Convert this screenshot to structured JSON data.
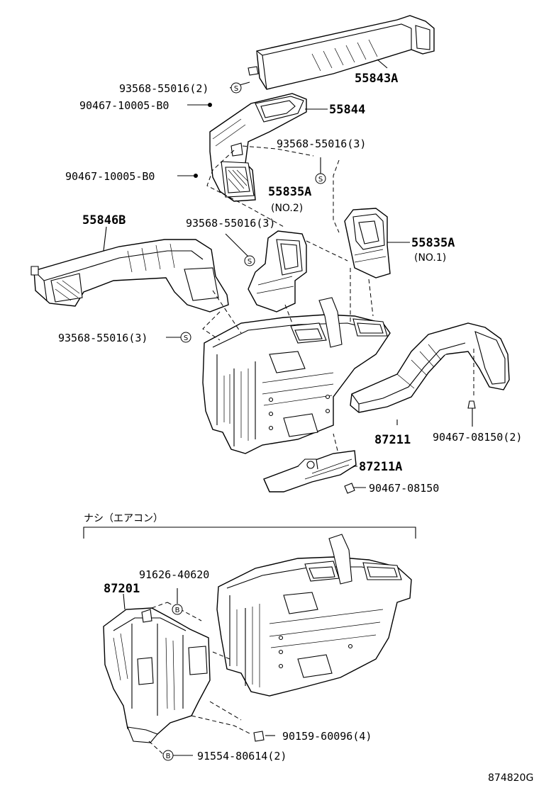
{
  "parts": {
    "p55843A": "55843A",
    "p55844": "55844",
    "p93568_2a": "93568-55016(2)",
    "p90467_b0a": "90467-10005-B0",
    "p93568_3a": "93568-55016(3)",
    "p90467_b0b": "90467-10005-B0",
    "p55835A_no2": "55835A",
    "no2": "(NO.2)",
    "p55846B": "55846B",
    "p93568_3b": "93568-55016(3)",
    "p55835A_no1": "55835A",
    "no1": "(NO.1)",
    "p93568_3c": "93568-55016(3)",
    "p87211": "87211",
    "p90467_08150_2": "90467-08150(2)",
    "p87211A": "87211A",
    "p90467_08150": "90467-08150",
    "section_label": "ナシ（エアコン）",
    "p91626": "91626-40620",
    "p87201": "87201",
    "p90159": "90159-60096(4)",
    "p91554": "91554-80614(2)",
    "diagram_id": "874820G"
  },
  "symbols": {
    "s": "S",
    "b": "B"
  }
}
